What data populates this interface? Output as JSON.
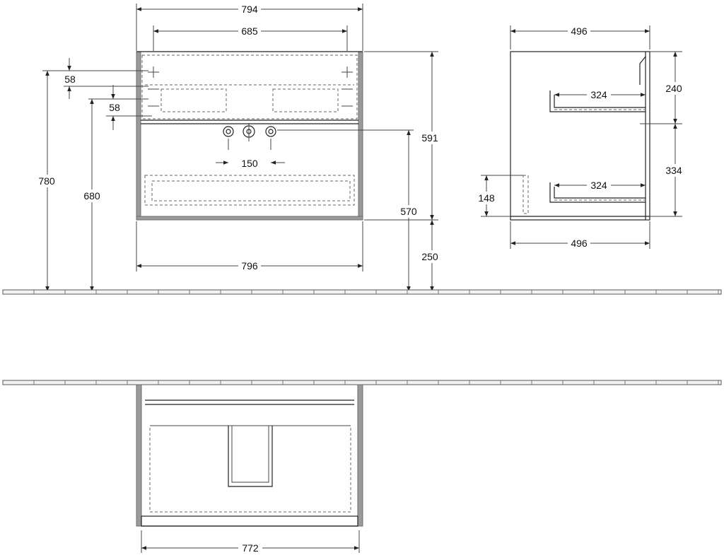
{
  "dimensions": {
    "front": {
      "top_width": "794",
      "inner_width": "685",
      "offset_upper": "58",
      "offset_lower": "58",
      "total_height_left": "780",
      "height_680": "680",
      "tap_spacing": "150",
      "body_height": "591",
      "siphon_height": "570",
      "floor_clearance": "250",
      "bottom_width": "796"
    },
    "side": {
      "top_depth": "496",
      "upper_drawer_depth": "324",
      "lower_drawer_depth": "324",
      "upper_height": "240",
      "lower_height": "334",
      "step_height": "148",
      "bottom_depth": "496"
    },
    "plan": {
      "width": "772"
    }
  }
}
